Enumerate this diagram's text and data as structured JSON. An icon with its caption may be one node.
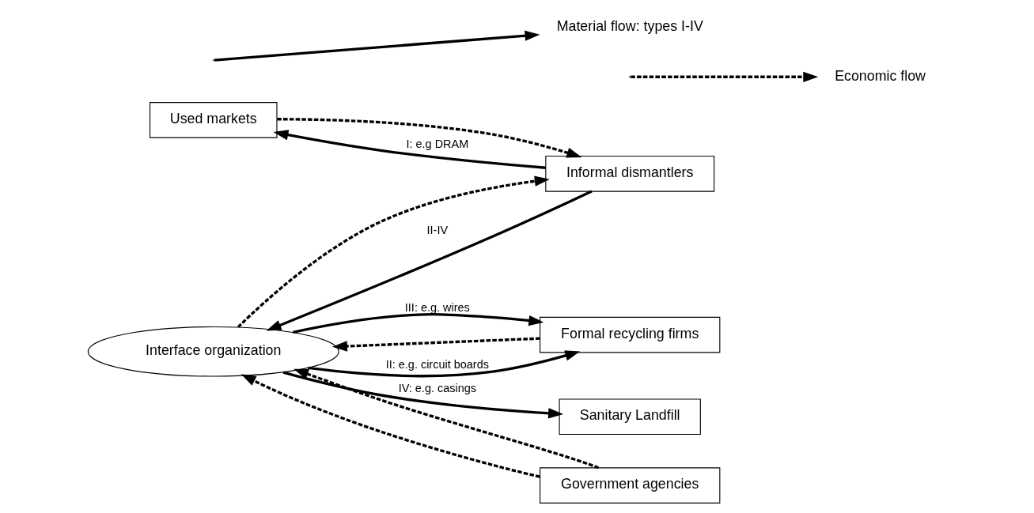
{
  "diagram": {
    "nodes": [
      {
        "text": [
          "Used markets"
        ]
      },
      {
        "text": [
          "Formal recycling firms"
        ]
      },
      {
        "text": [
          "Informal dismantlers"
        ]
      },
      {
        "text": [
          "Interface organization"
        ]
      },
      {
        "text": [
          "Government agencies"
        ]
      },
      {
        "text": [
          "Sanitary Landfill"
        ]
      }
    ],
    "edges": [
      {
        "from": 2,
        "to": 0,
        "arrow": "to",
        "label": "I: e.g DRAM"
      },
      {
        "from": 0,
        "to": 2,
        "arrow": "to",
        "style": "dashed"
      },
      {
        "from": 2,
        "to": 3,
        "arrow": "to",
        "label": "II-IV"
      },
      {
        "from": 3,
        "to": 2,
        "arrow": "to",
        "style": "dashed"
      },
      {
        "from": 3,
        "to": 1,
        "arrow": "to",
        "label": "II: e.g. circuit boards"
      },
      {
        "from": 1,
        "to": 3,
        "arrow": "to",
        "style": "dashed"
      },
      {
        "from": 3,
        "to": 1,
        "arrow": "to",
        "label": "III: e.g. wires"
      },
      {
        "from": 4,
        "to": 3,
        "arrow": "to",
        "style": "dashed"
      },
      {
        "from": 4,
        "to": 3,
        "arrow": "to",
        "style": "dashed"
      },
      {
        "from": 3,
        "to": 5,
        "arrow": "to",
        "label": "IV: e.g. casings"
      }
    ],
    "legend": [
      {
        "text": "Material flow: types I-IV"
      },
      {
        "text": "Economic flow"
      }
    ]
  }
}
